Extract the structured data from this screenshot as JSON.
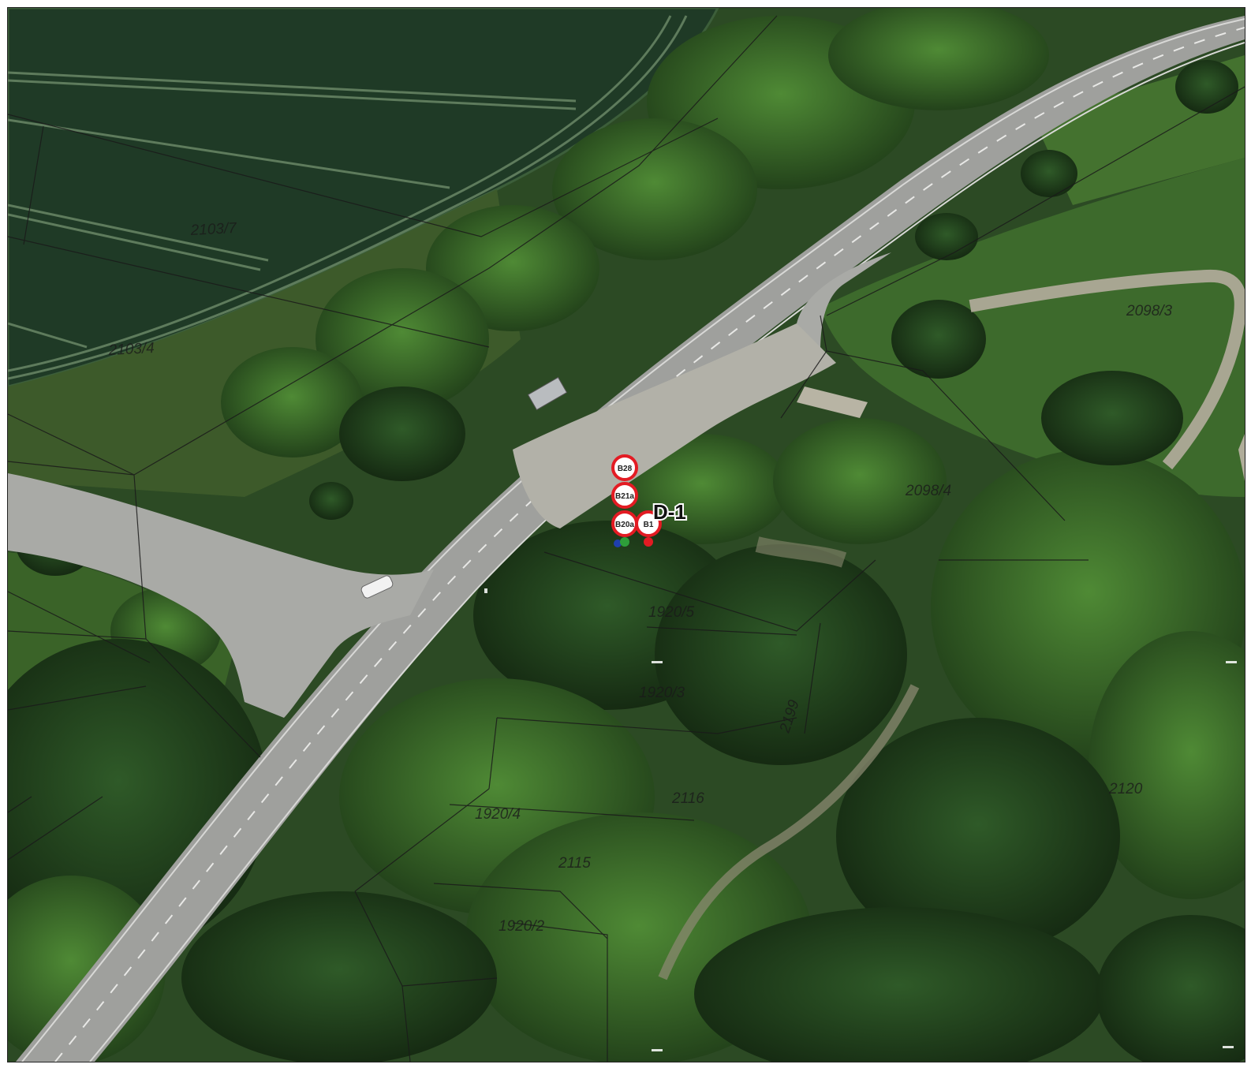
{
  "map": {
    "parcels": [
      {
        "id": "p-2103-7",
        "label": "2103/7"
      },
      {
        "id": "p-2103-4",
        "label": "2103/4"
      },
      {
        "id": "p-2098-3",
        "label": "2098/3"
      },
      {
        "id": "p-2098-4",
        "label": "2098/4"
      },
      {
        "id": "p-1920-5",
        "label": "1920/5"
      },
      {
        "id": "p-1920-3",
        "label": "1920/3"
      },
      {
        "id": "p-2199",
        "label": "2199"
      },
      {
        "id": "p-2116",
        "label": "2116"
      },
      {
        "id": "p-1920-4",
        "label": "1920/4"
      },
      {
        "id": "p-2115",
        "label": "2115"
      },
      {
        "id": "p-1920-2",
        "label": "1920/2"
      },
      {
        "id": "p-2120",
        "label": "2120"
      }
    ],
    "signs": [
      {
        "id": "sign-1",
        "code": "B28"
      },
      {
        "id": "sign-2",
        "code": "B21a"
      },
      {
        "id": "sign-3",
        "code": "B20a"
      },
      {
        "id": "sign-4",
        "code": "B1"
      }
    ],
    "callout": {
      "label": "D-1"
    },
    "colors": {
      "sign_ring": "#e31b23",
      "point_green": "#2e9e3a",
      "point_red": "#e31b23",
      "point_blue": "#1f3fae"
    }
  }
}
